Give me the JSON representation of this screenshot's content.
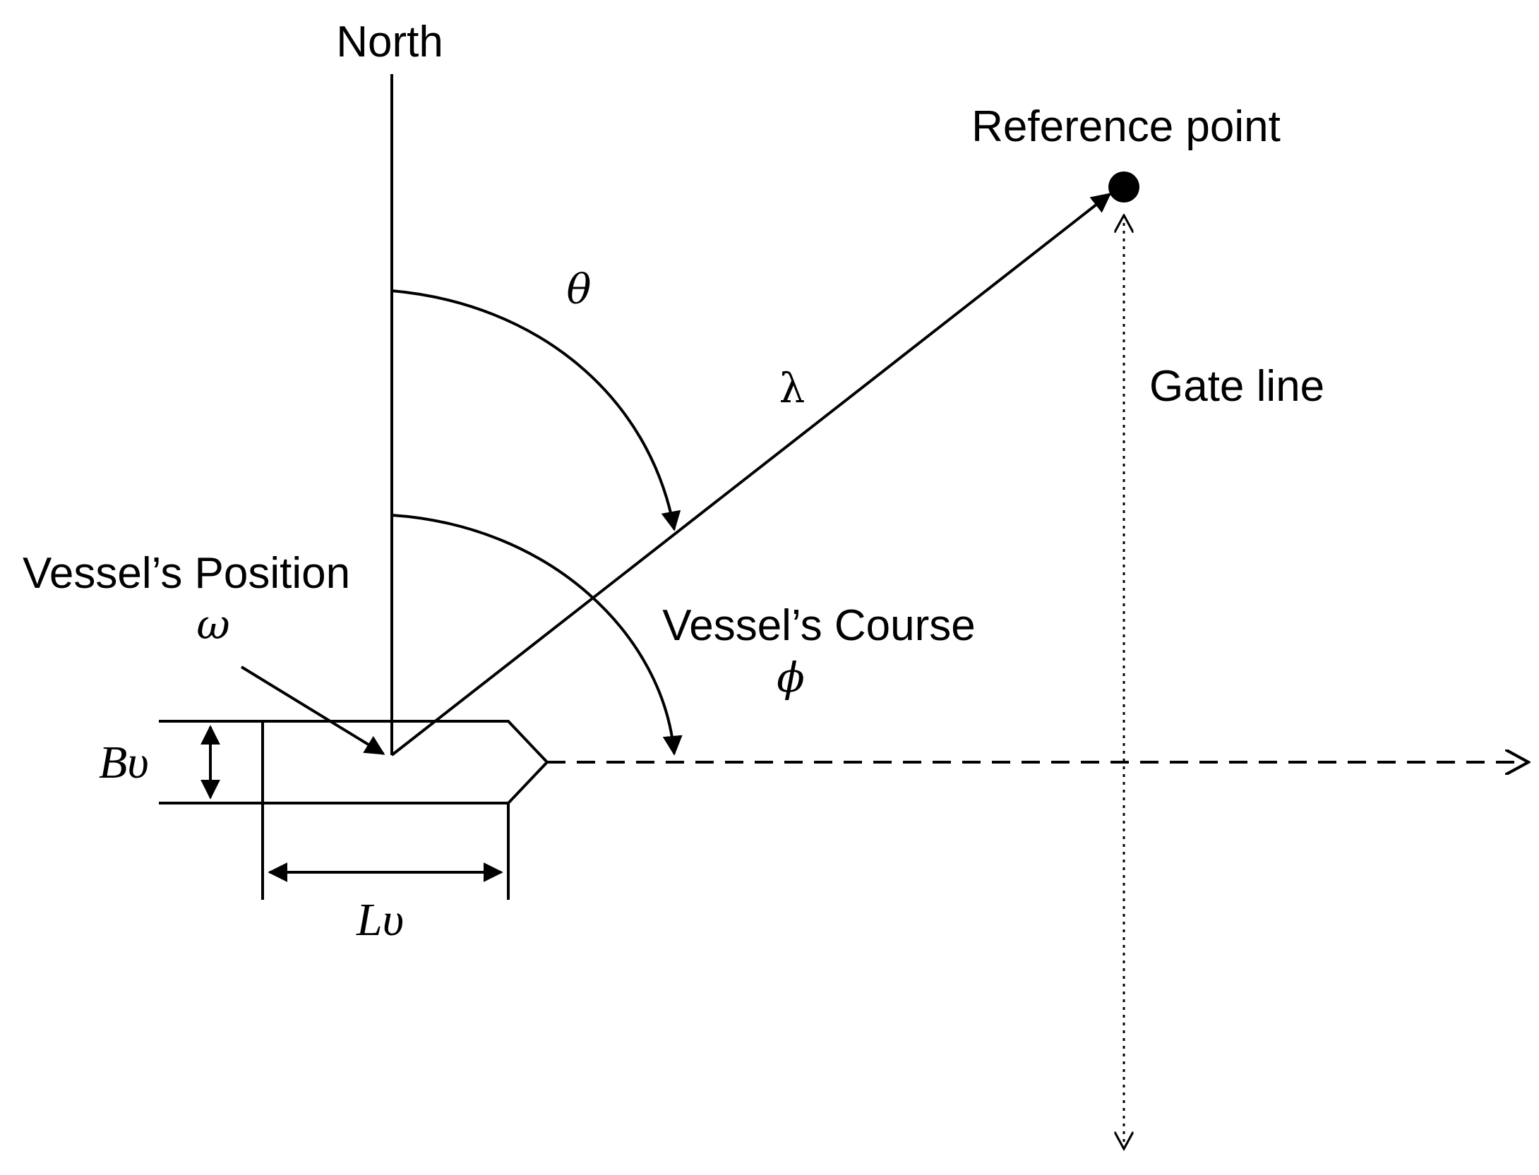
{
  "labels": {
    "north": "North",
    "reference_point": "Reference point",
    "gate_line": "Gate line",
    "vessel_position": "Vessel’s Position",
    "vessel_course": "Vessel’s Course"
  },
  "symbols": {
    "theta": "θ",
    "lambda": "λ",
    "omega": "ω",
    "phi": "ϕ",
    "breadth_base": "B",
    "breadth_sub": "υ",
    "length_base": "L",
    "length_sub": "υ"
  },
  "colors": {
    "stroke": "#000000",
    "background": "#ffffff"
  }
}
